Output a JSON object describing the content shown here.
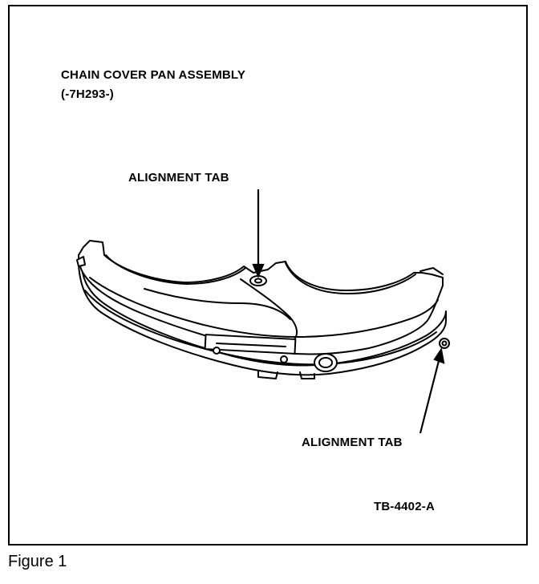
{
  "figure": {
    "title_line1": "CHAIN COVER PAN ASSEMBLY",
    "title_line2": "(-7H293-)",
    "callout_top": "ALIGNMENT TAB",
    "callout_bottom": "ALIGNMENT TAB",
    "reference_code": "TB-4402-A",
    "caption": "Figure 1"
  },
  "colors": {
    "ink": "#000000",
    "paper": "#ffffff",
    "shade": "#e6e6e6"
  }
}
